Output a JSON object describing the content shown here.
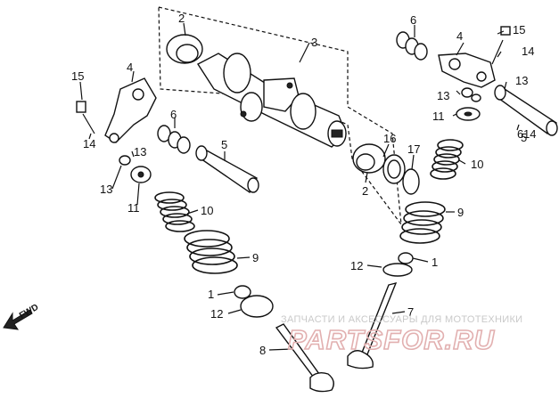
{
  "diagram": {
    "callouts": [
      {
        "id": "c2a",
        "text": "2"
      },
      {
        "id": "c3",
        "text": "3"
      },
      {
        "id": "c6a",
        "text": "6"
      },
      {
        "id": "c4a",
        "text": "4"
      },
      {
        "id": "c15a",
        "text": "15"
      },
      {
        "id": "c14a",
        "text": "14"
      },
      {
        "id": "c13a",
        "text": "13"
      },
      {
        "id": "c11a",
        "text": "11"
      },
      {
        "id": "c13b",
        "text": "13"
      },
      {
        "id": "c15b",
        "text": "15"
      },
      {
        "id": "c4b",
        "text": "4"
      },
      {
        "id": "c6b",
        "text": "6"
      },
      {
        "id": "c14b",
        "text": "14"
      },
      {
        "id": "c14c",
        "text": "14"
      },
      {
        "id": "c6c",
        "text": "6"
      },
      {
        "id": "c5a",
        "text": "5"
      },
      {
        "id": "c13c",
        "text": "13"
      },
      {
        "id": "c13d",
        "text": "13"
      },
      {
        "id": "c11b",
        "text": "11"
      },
      {
        "id": "c5b",
        "text": "5"
      },
      {
        "id": "c16",
        "text": "16"
      },
      {
        "id": "c17",
        "text": "17"
      },
      {
        "id": "c10a",
        "text": "10"
      },
      {
        "id": "c2b",
        "text": "2"
      },
      {
        "id": "c10b",
        "text": "10"
      },
      {
        "id": "c9a",
        "text": "9"
      },
      {
        "id": "c9b",
        "text": "9"
      },
      {
        "id": "c12a",
        "text": "12"
      },
      {
        "id": "c1a",
        "text": "1"
      },
      {
        "id": "c1b",
        "text": "1"
      },
      {
        "id": "c12b",
        "text": "12"
      },
      {
        "id": "c7",
        "text": "7"
      },
      {
        "id": "c8",
        "text": "8"
      }
    ],
    "fwd_label": "FWD"
  },
  "watermark": {
    "subtitle": "ЗАПЧАСТИ И АКСЕССУАРЫ ДЛЯ МОТОТЕХНИКИ",
    "brand": "PARTSFOR.RU"
  }
}
